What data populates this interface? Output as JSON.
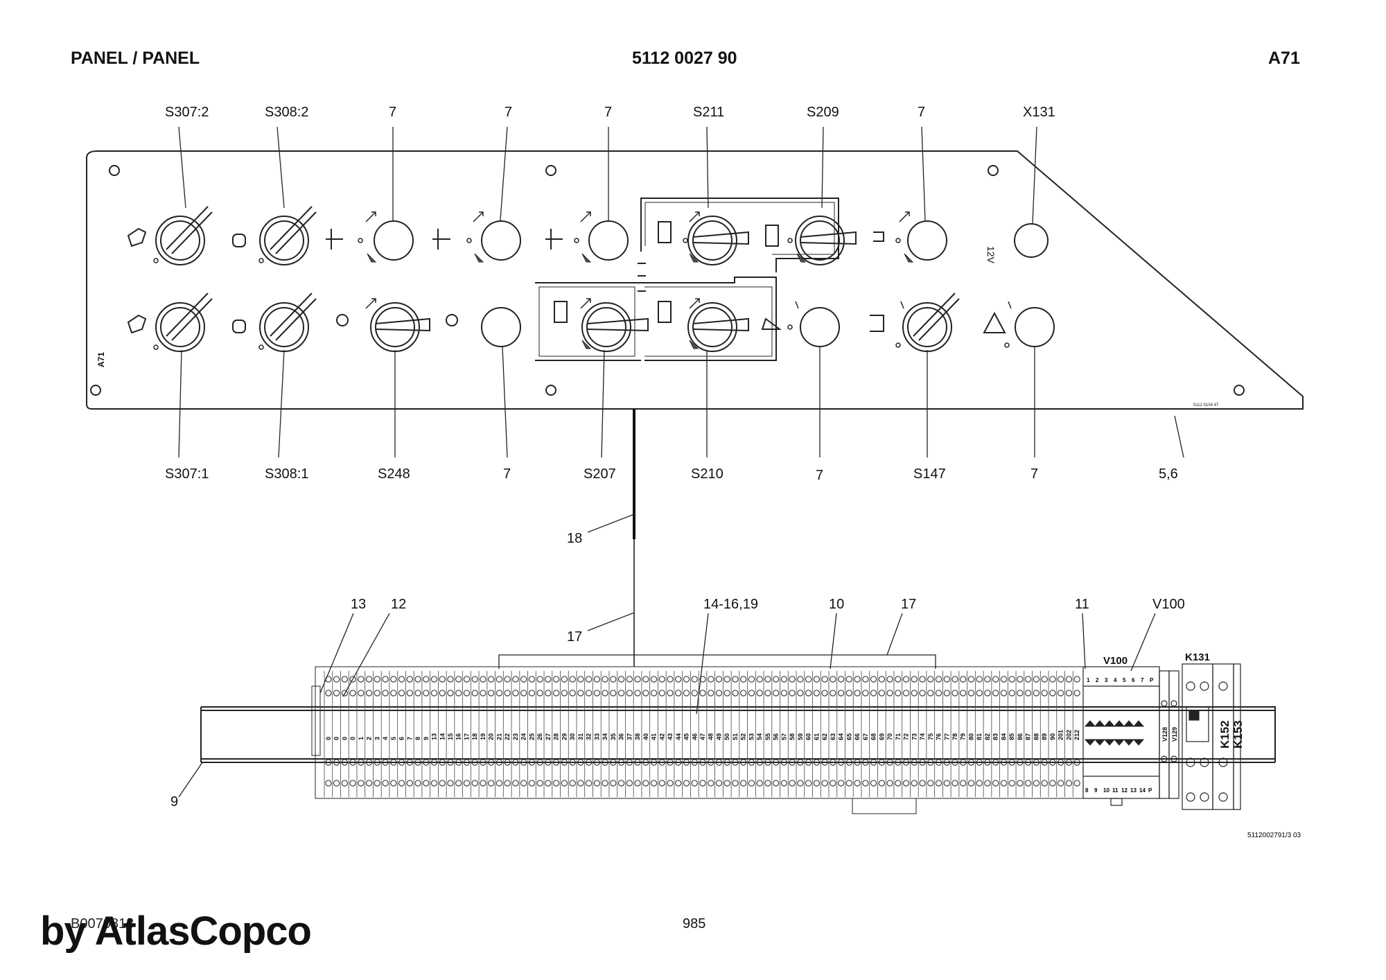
{
  "header": {
    "left": "PANEL / PANEL",
    "center": "5112 0027 90",
    "right": "A71"
  },
  "panel": {
    "side_label": "A71",
    "voltage_label": "12V",
    "part_code": "5112 0104 47"
  },
  "callouts_top": [
    "S307:2",
    "S308:2",
    "7",
    "7",
    "7",
    "S211",
    "S209",
    "7",
    "X131"
  ],
  "callouts_bottom": [
    "S307:1",
    "S308:1",
    "S248",
    "7",
    "S207",
    "S210",
    "7",
    "S147",
    "7",
    "5,6"
  ],
  "callouts_lower": {
    "cable_18": "18",
    "cable_17a": "17",
    "item_13": "13",
    "item_12": "12",
    "item_14_16_19": "14-16,19",
    "item_10": "10",
    "item_17b": "17",
    "item_11": "11",
    "item_v100": "V100",
    "item_9": "9"
  },
  "terminal_numbers": [
    "0",
    "0",
    "0",
    "0",
    "1",
    "2",
    "3",
    "4",
    "5",
    "6",
    "7",
    "8",
    "9",
    "13",
    "14",
    "15",
    "16",
    "17",
    "18",
    "19",
    "20",
    "21",
    "22",
    "23",
    "24",
    "25",
    "26",
    "27",
    "28",
    "29",
    "30",
    "31",
    "32",
    "33",
    "34",
    "35",
    "36",
    "37",
    "38",
    "40",
    "41",
    "42",
    "43",
    "44",
    "45",
    "46",
    "47",
    "48",
    "49",
    "50",
    "51",
    "52",
    "53",
    "54",
    "55",
    "56",
    "57",
    "58",
    "59",
    "60",
    "61",
    "62",
    "63",
    "64",
    "65",
    "66",
    "67",
    "68",
    "69",
    "70",
    "71",
    "72",
    "73",
    "74",
    "75",
    "76",
    "77",
    "78",
    "79",
    "80",
    "81",
    "82",
    "83",
    "84",
    "85",
    "86",
    "87",
    "88",
    "89",
    "90",
    "201",
    "202",
    "212"
  ],
  "v100_module": {
    "label": "V100",
    "top_pins": [
      "1",
      "2",
      "3",
      "4",
      "5",
      "6",
      "7",
      "P"
    ],
    "bottom_pins": [
      "8",
      "9",
      "10",
      "11",
      "12",
      "13",
      "14",
      "P"
    ]
  },
  "diode_labels": [
    "V128",
    "V129"
  ],
  "relay": {
    "label": "K131",
    "side_labels": [
      "K152",
      "K153"
    ]
  },
  "drawing_number": "5112002791/3 03",
  "footer": {
    "code": "B0070818",
    "page": "985"
  },
  "watermark": "by AtlasCopco"
}
